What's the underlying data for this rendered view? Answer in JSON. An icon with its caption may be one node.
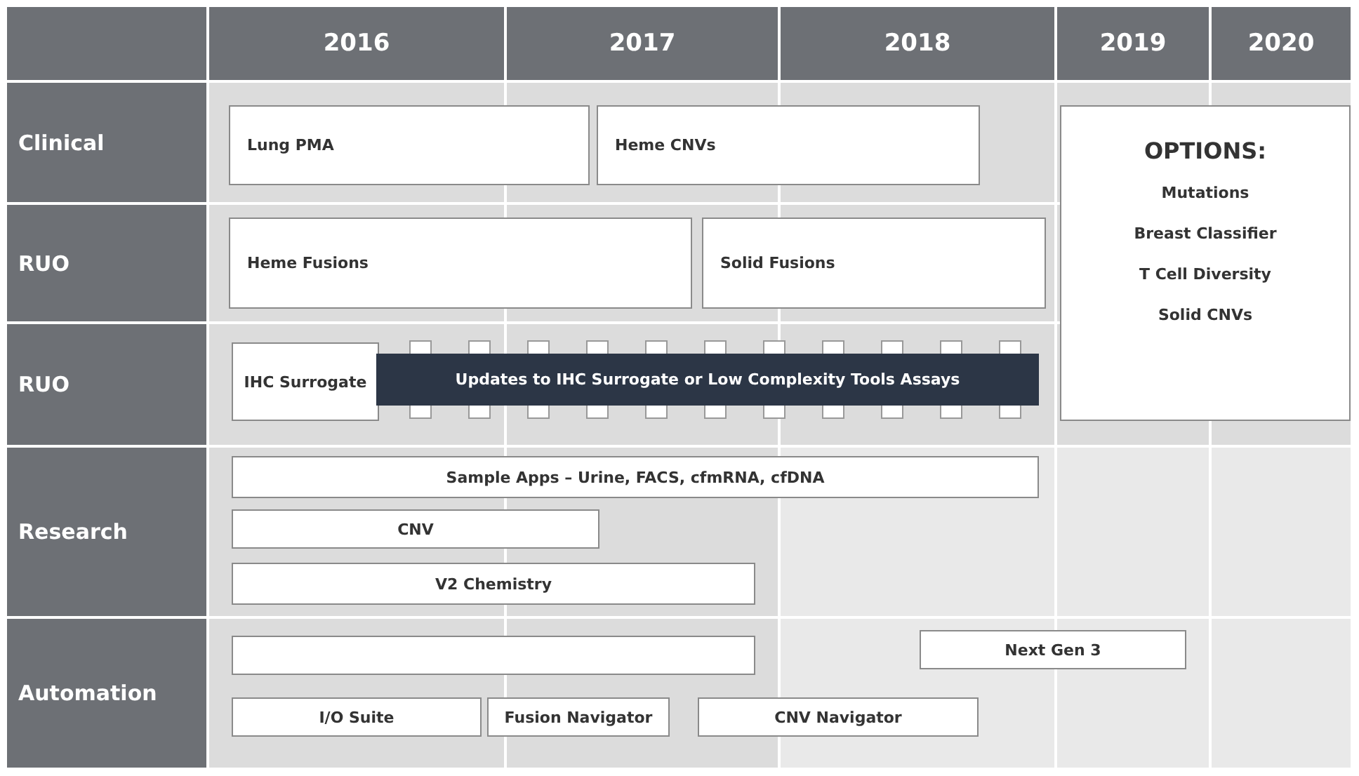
{
  "diagram": {
    "nodes": [
      {
        "text": [
          "Lung PMA"
        ]
      },
      {
        "text": [
          "Heme CNVs"
        ]
      },
      {
        "text": [
          "OPTIONS:",
          "Mutations",
          "Breast Classifier",
          "T Cell Diversity",
          "Solid CNVs"
        ]
      },
      {
        "text": [
          "Heme Fusions"
        ]
      },
      {
        "text": [
          "Solid Fusions"
        ]
      },
      {
        "text": [
          "IHC Surrogate"
        ]
      },
      {
        "text": [
          "Updates to IHC Surrogate or Low Complexity Tools Assays"
        ]
      },
      {
        "text": [
          "Sample Apps – Urine, FACS, cfmRNA, cfDNA"
        ]
      },
      {
        "text": [
          "CNV"
        ]
      },
      {
        "text": [
          "V2 Chemistry"
        ]
      },
      {
        "text": [],
        "shape": "box"
      },
      {
        "text": [
          "Next Gen 3"
        ]
      },
      {
        "text": [
          "I/O Suite"
        ]
      },
      {
        "text": [
          "Fusion Navigator"
        ]
      },
      {
        "text": [
          "CNV Navigator"
        ]
      }
    ],
    "labels": [
      "2016",
      "2017",
      "2018",
      "2019",
      "2020",
      "Clinical",
      "RUO",
      "RUO",
      "Research",
      "Automation"
    ]
  }
}
